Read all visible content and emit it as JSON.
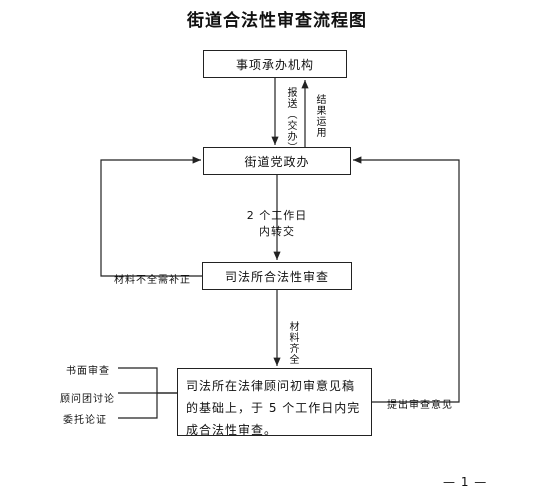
{
  "title": "街道合法性审查流程图",
  "nodes": {
    "dept": "事项承办机构",
    "office": "街道党政办",
    "judicial": "司法所合法性审查",
    "final": "司法所在法律顾问初审意见稿的基础上，于 5 个工作日内完成合法性审查。"
  },
  "edge_labels": {
    "report": "报送（交办）",
    "result": "结果运用",
    "days_line1": "2 个工作日",
    "days_line2": "内转交",
    "materials_ok": "材料齐全",
    "materials_missing": "材料不全需补正",
    "submit_opinion": "提出审查意见"
  },
  "methods": [
    "书面审查",
    "顾问团讨论",
    "委托论证"
  ],
  "page_number": "— 1 —"
}
